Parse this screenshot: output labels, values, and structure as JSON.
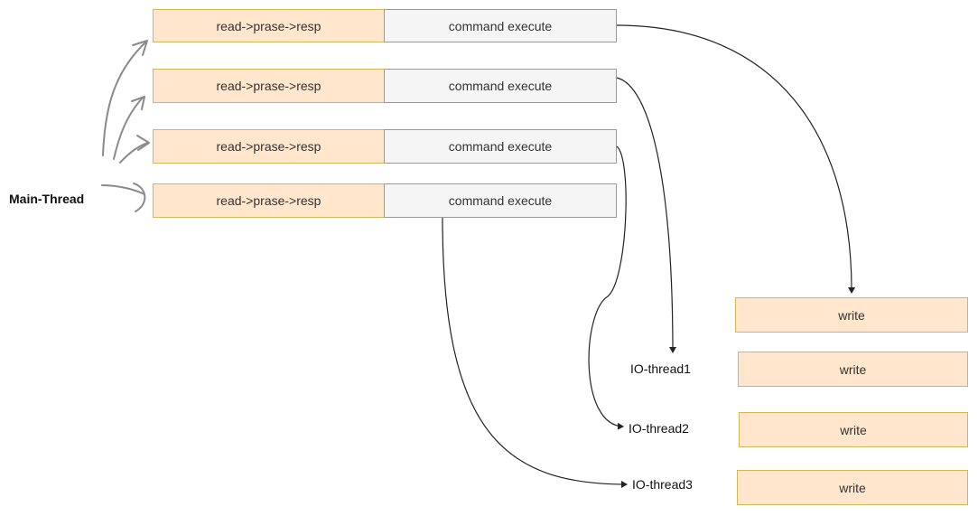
{
  "main_thread": {
    "label": "Main-Thread"
  },
  "rows": [
    {
      "read_label": "read->prase->resp",
      "cmd_label": "command execute"
    },
    {
      "read_label": "read->prase->resp",
      "cmd_label": "command execute"
    },
    {
      "read_label": "read->prase->resp",
      "cmd_label": "command execute"
    },
    {
      "read_label": "read->prase->resp",
      "cmd_label": "command execute"
    }
  ],
  "io_threads": [
    {
      "label": "IO-thread1"
    },
    {
      "label": "IO-thread2"
    },
    {
      "label": "IO-thread3"
    }
  ],
  "writes": [
    {
      "label": "write"
    },
    {
      "label": "write"
    },
    {
      "label": "write"
    },
    {
      "label": "write"
    }
  ],
  "colors": {
    "task_fill": "#ffe6cc",
    "task_border": "#d6b656",
    "command_fill": "#f5f5f5",
    "command_border": "#9a9a9a",
    "connector": "#222222",
    "sketch_arrow": "#8a8a8a"
  }
}
